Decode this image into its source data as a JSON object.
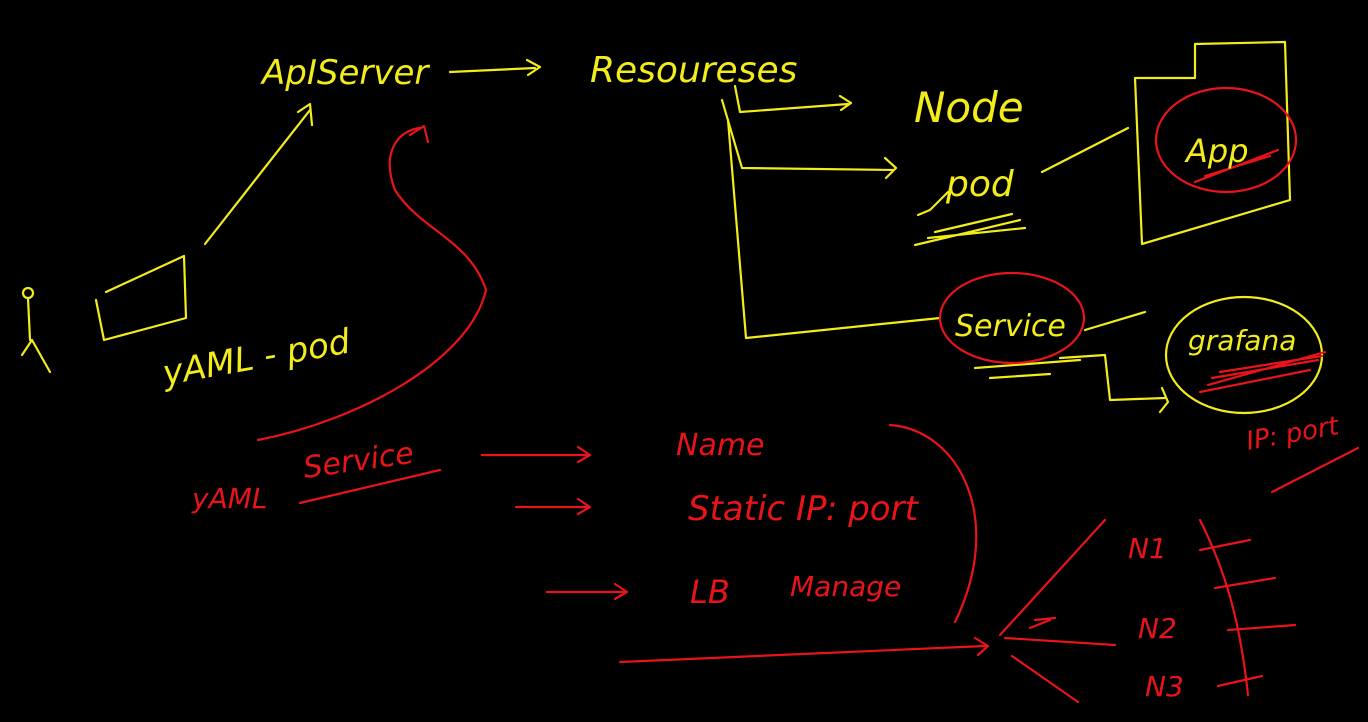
{
  "colors": {
    "background": "#000000",
    "yellow": "#f2ec1b",
    "red": "#e8141a"
  },
  "labels": {
    "apiserver": "ApIServer",
    "resources": "Resoureses",
    "node": "Node",
    "pod": "pod",
    "app": "App",
    "service": "Service",
    "grafana": "grafana",
    "yaml_pod": "yAML - pod",
    "yaml_service_prefix": "yAML",
    "yaml_service_word": "Service",
    "name": "Name",
    "static_ip": "Static IP: port",
    "lb": "LB",
    "manage": "Manage",
    "ip_port": "IP: port",
    "n1": "N1",
    "n2": "N2",
    "n3": "N3"
  }
}
